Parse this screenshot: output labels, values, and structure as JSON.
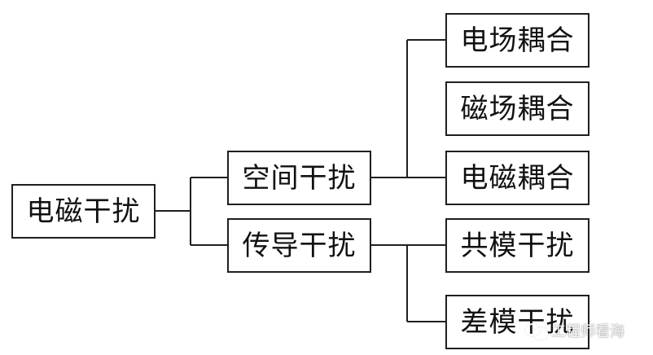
{
  "diagram": {
    "nodes": {
      "root": "电磁干扰",
      "space": "空间干扰",
      "conduct": "传导干扰",
      "electric": "电场耦合",
      "magnetic": "磁场耦合",
      "electromagnetic": "电磁耦合",
      "commonMode": "共模干扰",
      "differentialMode": "差模干扰"
    },
    "connector_color": "#1f1f1f",
    "border_color": "#1f1f1f",
    "text_color": "#111111"
  },
  "watermark": {
    "text": "工程师看海",
    "icon": "wechat-icon"
  }
}
